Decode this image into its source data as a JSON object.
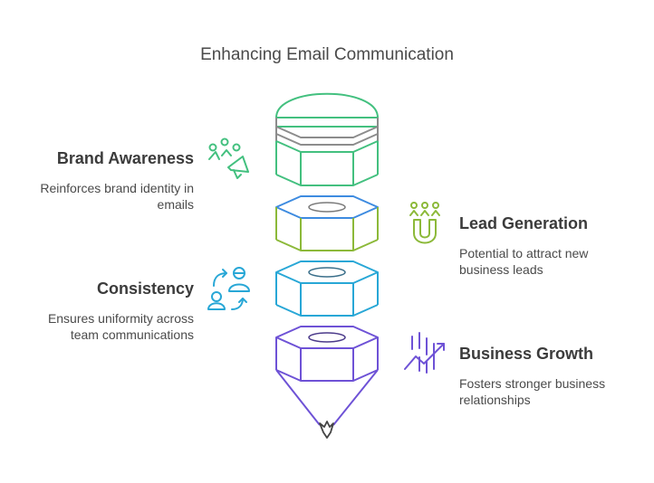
{
  "title": "Enhancing Email Communication",
  "items": [
    {
      "label": "Brand Awareness",
      "desc_lines": [
        "Reinforces brand identity in",
        "emails"
      ],
      "color": "#43c07f",
      "icon": "megaphone-people-icon"
    },
    {
      "label": "Lead Generation",
      "desc_lines": [
        "Potential to attract new",
        "business leads"
      ],
      "color": "#8cb939",
      "icon": "magnet-people-icon"
    },
    {
      "label": "Consistency",
      "desc_lines": [
        "Ensures uniformity across",
        "team communications"
      ],
      "color": "#28a7d6",
      "icon": "people-exchange-icon"
    },
    {
      "label": "Business Growth",
      "desc_lines": [
        "Fosters stronger business",
        "relationships"
      ],
      "color": "#6e52d6",
      "icon": "growth-arrow-icon"
    }
  ],
  "stack_colors": {
    "top": "#43c07f",
    "ribbon": "#8c8c8c"
  }
}
